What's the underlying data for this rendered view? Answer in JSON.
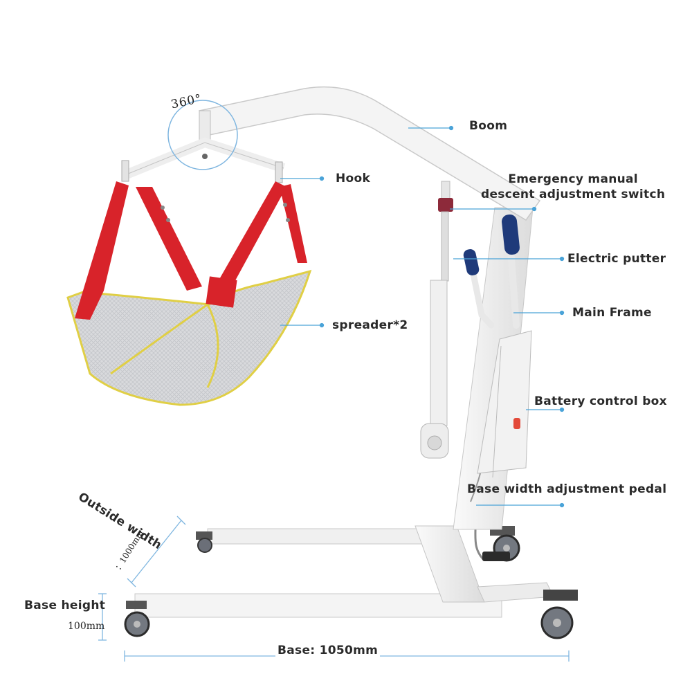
{
  "annotations": {
    "rotation": "360°",
    "boom": "Boom",
    "hook": "Hook",
    "emergency_line1": "Emergency manual",
    "emergency_line2": "descent adjustment switch",
    "electric_putter": "Electric putter",
    "main_frame": "Main Frame",
    "spreader": "spreader*2",
    "battery": "Battery control box",
    "base_pedal": "Base width adjustment pedal",
    "outside_width": "Outside width",
    "outside_width_value": "：1000mm",
    "base_height": "Base height",
    "base_height_value": "100mm",
    "base_length": "Base: 1050mm"
  },
  "colors": {
    "leader_line": "#4aa3d8",
    "sling_red": "#d8232a",
    "frame": "#f2f2f2",
    "handle_blue": "#1f3a7a"
  }
}
